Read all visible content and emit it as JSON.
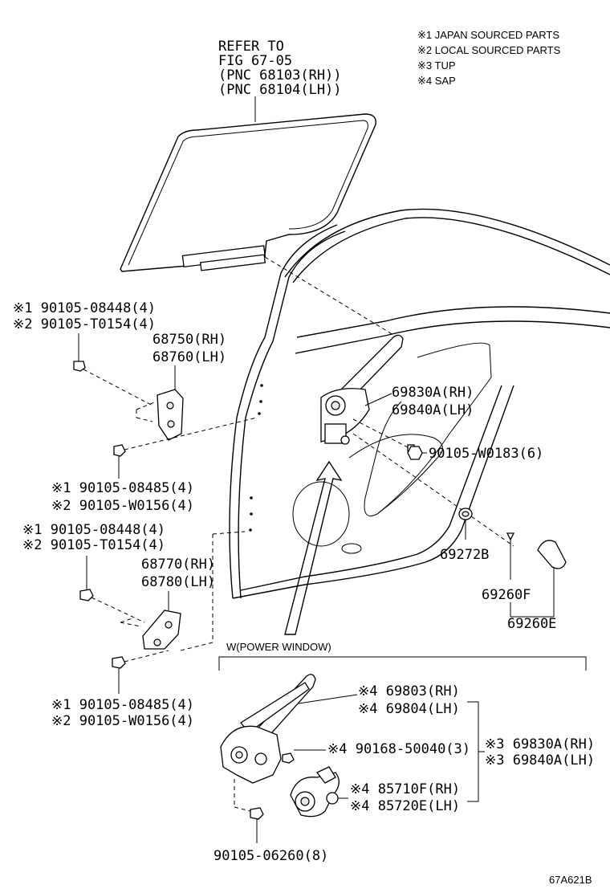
{
  "legend": [
    "※1 JAPAN SOURCED PARTS",
    "※2 LOCAL SOURCED PARTS",
    "※3 TUP",
    "※4 SAP"
  ],
  "refer": [
    "REFER TO",
    "FIG 67-05",
    "(PNC 68103(RH))",
    "(PNC 68104(LH))"
  ],
  "labels": {
    "upper_bolt_1": "※1 90105-08448(4)",
    "upper_bolt_2": "※2 90105-T0154(4)",
    "upper_hinge_rh": "68750(RH)",
    "upper_hinge_lh": "68760(LH)",
    "upper_hinge_bolt_1": "※1 90105-08485(4)",
    "upper_hinge_bolt_2": "※2 90105-W0156(4)",
    "lower_bolt_1": "※1 90105-08448(4)",
    "lower_bolt_2": "※2 90105-T0154(4)",
    "lower_hinge_rh": "68770(RH)",
    "lower_hinge_lh": "68780(LH)",
    "lower_hinge_bolt_1": "※1 90105-08485(4)",
    "lower_hinge_bolt_2": "※2 90105-W0156(4)",
    "regulator_rh": "69830A(RH)",
    "regulator_lh": "69840A(LH)",
    "regulator_bolt": "90105-W0183(6)",
    "grommet": "69272B",
    "clip": "69260F",
    "cover_set": "69260E",
    "power_window": "W(POWER WINDOW)",
    "pw_regulator_rh": "※4 69803(RH)",
    "pw_regulator_lh": "※4 69804(LH)",
    "pw_screw": "※4 90168-50040(3)",
    "pw_assy_rh": "※3 69830A(RH)",
    "pw_assy_lh": "※3 69840A(LH)",
    "pw_motor_rh": "※4 85710F(RH)",
    "pw_motor_lh": "※4 85720E(LH)",
    "pw_bolt": "90105-06260(8)",
    "figure_code": "67A621B"
  }
}
